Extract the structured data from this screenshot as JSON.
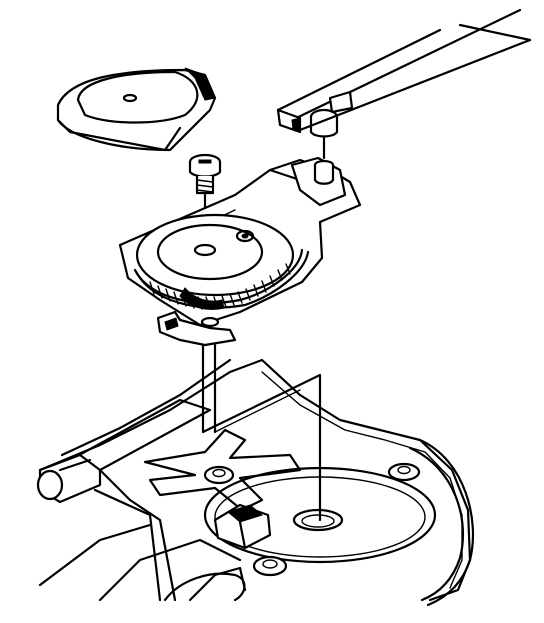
{
  "figure": {
    "kind": "exploded-assembly-line-drawing",
    "colors": {
      "ink": "#000000",
      "paper": "#ffffff"
    },
    "parts": [
      "curved-rod",
      "knob-cover",
      "rail-bracket",
      "pin-post",
      "screw",
      "motor-assembly",
      "mounting-tab",
      "base-plate",
      "base-hole",
      "base-post",
      "washer-nut",
      "bearing-bushing",
      "x-cutout",
      "guide-lines"
    ]
  }
}
